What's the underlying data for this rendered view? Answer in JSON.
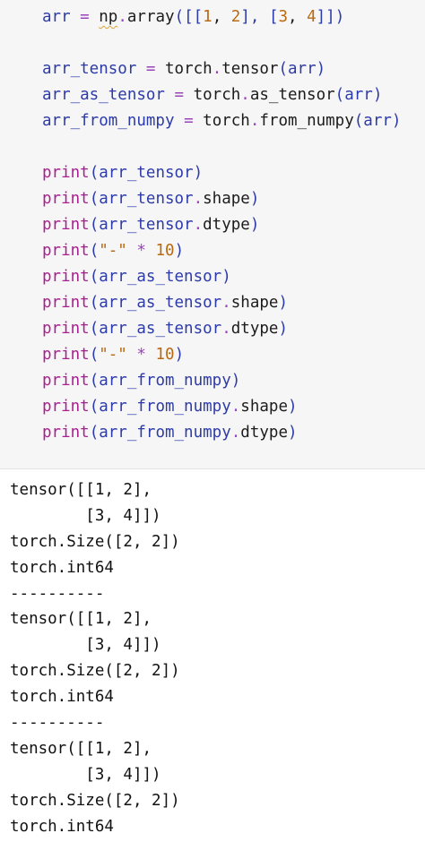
{
  "code_cell": {
    "lines": [
      {
        "tokens": [
          {
            "t": "arr",
            "k": "var"
          },
          {
            "t": " ",
            "k": "mod"
          },
          {
            "t": "=",
            "k": "op"
          },
          {
            "t": " ",
            "k": "mod"
          },
          {
            "t": "np",
            "k": "mod",
            "squiggle": true
          },
          {
            "t": ".",
            "k": "op"
          },
          {
            "t": "array",
            "k": "fn"
          },
          {
            "t": "([[",
            "k": "punc"
          },
          {
            "t": "1",
            "k": "num"
          },
          {
            "t": ", ",
            "k": "mod"
          },
          {
            "t": "2",
            "k": "num"
          },
          {
            "t": "], [",
            "k": "punc"
          },
          {
            "t": "3",
            "k": "num"
          },
          {
            "t": ", ",
            "k": "mod"
          },
          {
            "t": "4",
            "k": "num"
          },
          {
            "t": "]])",
            "k": "punc"
          }
        ]
      },
      {
        "blank": true
      },
      {
        "tokens": [
          {
            "t": "arr_tensor",
            "k": "var"
          },
          {
            "t": " ",
            "k": "mod"
          },
          {
            "t": "=",
            "k": "op"
          },
          {
            "t": " ",
            "k": "mod"
          },
          {
            "t": "torch",
            "k": "mod"
          },
          {
            "t": ".",
            "k": "op"
          },
          {
            "t": "tensor",
            "k": "fn"
          },
          {
            "t": "(",
            "k": "punc"
          },
          {
            "t": "arr",
            "k": "var"
          },
          {
            "t": ")",
            "k": "punc"
          }
        ]
      },
      {
        "tokens": [
          {
            "t": "arr_as_tensor",
            "k": "var"
          },
          {
            "t": " ",
            "k": "mod"
          },
          {
            "t": "=",
            "k": "op"
          },
          {
            "t": " ",
            "k": "mod"
          },
          {
            "t": "torch",
            "k": "mod"
          },
          {
            "t": ".",
            "k": "op"
          },
          {
            "t": "as_tensor",
            "k": "fn"
          },
          {
            "t": "(",
            "k": "punc"
          },
          {
            "t": "arr",
            "k": "var"
          },
          {
            "t": ")",
            "k": "punc"
          }
        ]
      },
      {
        "tokens": [
          {
            "t": "arr_from_numpy",
            "k": "var"
          },
          {
            "t": " ",
            "k": "mod"
          },
          {
            "t": "=",
            "k": "op"
          },
          {
            "t": " ",
            "k": "mod"
          },
          {
            "t": "torch",
            "k": "mod"
          },
          {
            "t": ".",
            "k": "op"
          },
          {
            "t": "from_numpy",
            "k": "fn"
          },
          {
            "t": "(",
            "k": "punc"
          },
          {
            "t": "arr",
            "k": "var"
          },
          {
            "t": ")",
            "k": "punc"
          }
        ]
      },
      {
        "blank": true
      },
      {
        "tokens": [
          {
            "t": "print",
            "k": "builtin"
          },
          {
            "t": "(",
            "k": "punc"
          },
          {
            "t": "arr_tensor",
            "k": "var"
          },
          {
            "t": ")",
            "k": "punc"
          }
        ]
      },
      {
        "tokens": [
          {
            "t": "print",
            "k": "builtin"
          },
          {
            "t": "(",
            "k": "punc"
          },
          {
            "t": "arr_tensor",
            "k": "var"
          },
          {
            "t": ".",
            "k": "op"
          },
          {
            "t": "shape",
            "k": "attr"
          },
          {
            "t": ")",
            "k": "punc"
          }
        ]
      },
      {
        "tokens": [
          {
            "t": "print",
            "k": "builtin"
          },
          {
            "t": "(",
            "k": "punc"
          },
          {
            "t": "arr_tensor",
            "k": "var"
          },
          {
            "t": ".",
            "k": "op"
          },
          {
            "t": "dtype",
            "k": "attr"
          },
          {
            "t": ")",
            "k": "punc"
          }
        ]
      },
      {
        "tokens": [
          {
            "t": "print",
            "k": "builtin"
          },
          {
            "t": "(",
            "k": "punc"
          },
          {
            "t": "\"-\"",
            "k": "str"
          },
          {
            "t": " ",
            "k": "mod"
          },
          {
            "t": "*",
            "k": "op"
          },
          {
            "t": " ",
            "k": "mod"
          },
          {
            "t": "10",
            "k": "num"
          },
          {
            "t": ")",
            "k": "punc"
          }
        ]
      },
      {
        "tokens": [
          {
            "t": "print",
            "k": "builtin"
          },
          {
            "t": "(",
            "k": "punc"
          },
          {
            "t": "arr_as_tensor",
            "k": "var"
          },
          {
            "t": ")",
            "k": "punc"
          }
        ]
      },
      {
        "tokens": [
          {
            "t": "print",
            "k": "builtin"
          },
          {
            "t": "(",
            "k": "punc"
          },
          {
            "t": "arr_as_tensor",
            "k": "var"
          },
          {
            "t": ".",
            "k": "op"
          },
          {
            "t": "shape",
            "k": "attr"
          },
          {
            "t": ")",
            "k": "punc"
          }
        ]
      },
      {
        "tokens": [
          {
            "t": "print",
            "k": "builtin"
          },
          {
            "t": "(",
            "k": "punc"
          },
          {
            "t": "arr_as_tensor",
            "k": "var"
          },
          {
            "t": ".",
            "k": "op"
          },
          {
            "t": "dtype",
            "k": "attr"
          },
          {
            "t": ")",
            "k": "punc"
          }
        ]
      },
      {
        "tokens": [
          {
            "t": "print",
            "k": "builtin"
          },
          {
            "t": "(",
            "k": "punc"
          },
          {
            "t": "\"-\"",
            "k": "str"
          },
          {
            "t": " ",
            "k": "mod"
          },
          {
            "t": "*",
            "k": "op"
          },
          {
            "t": " ",
            "k": "mod"
          },
          {
            "t": "10",
            "k": "num"
          },
          {
            "t": ")",
            "k": "punc"
          }
        ]
      },
      {
        "tokens": [
          {
            "t": "print",
            "k": "builtin"
          },
          {
            "t": "(",
            "k": "punc"
          },
          {
            "t": "arr_from_numpy",
            "k": "var"
          },
          {
            "t": ")",
            "k": "punc"
          }
        ]
      },
      {
        "tokens": [
          {
            "t": "print",
            "k": "builtin"
          },
          {
            "t": "(",
            "k": "punc"
          },
          {
            "t": "arr_from_numpy",
            "k": "var"
          },
          {
            "t": ".",
            "k": "op"
          },
          {
            "t": "shape",
            "k": "attr"
          },
          {
            "t": ")",
            "k": "punc"
          }
        ]
      },
      {
        "tokens": [
          {
            "t": "print",
            "k": "builtin"
          },
          {
            "t": "(",
            "k": "punc"
          },
          {
            "t": "arr_from_numpy",
            "k": "var"
          },
          {
            "t": ".",
            "k": "op"
          },
          {
            "t": "dtype",
            "k": "attr"
          },
          {
            "t": ")",
            "k": "punc"
          }
        ]
      }
    ]
  },
  "output_cell": {
    "lines": [
      "tensor([[1, 2],",
      "        [3, 4]])",
      "torch.Size([2, 2])",
      "torch.int64",
      "----------",
      "tensor([[1, 2],",
      "        [3, 4]])",
      "torch.Size([2, 2])",
      "torch.int64",
      "----------",
      "tensor([[1, 2],",
      "        [3, 4]])",
      "torch.Size([2, 2])",
      "torch.int64"
    ]
  },
  "colors": {
    "code_background": "#f6f6f7",
    "variable": "#2d3ba8",
    "builtin": "#a8208f",
    "number": "#b86a12",
    "operator": "#9a45b8",
    "output_text": "#111111"
  }
}
